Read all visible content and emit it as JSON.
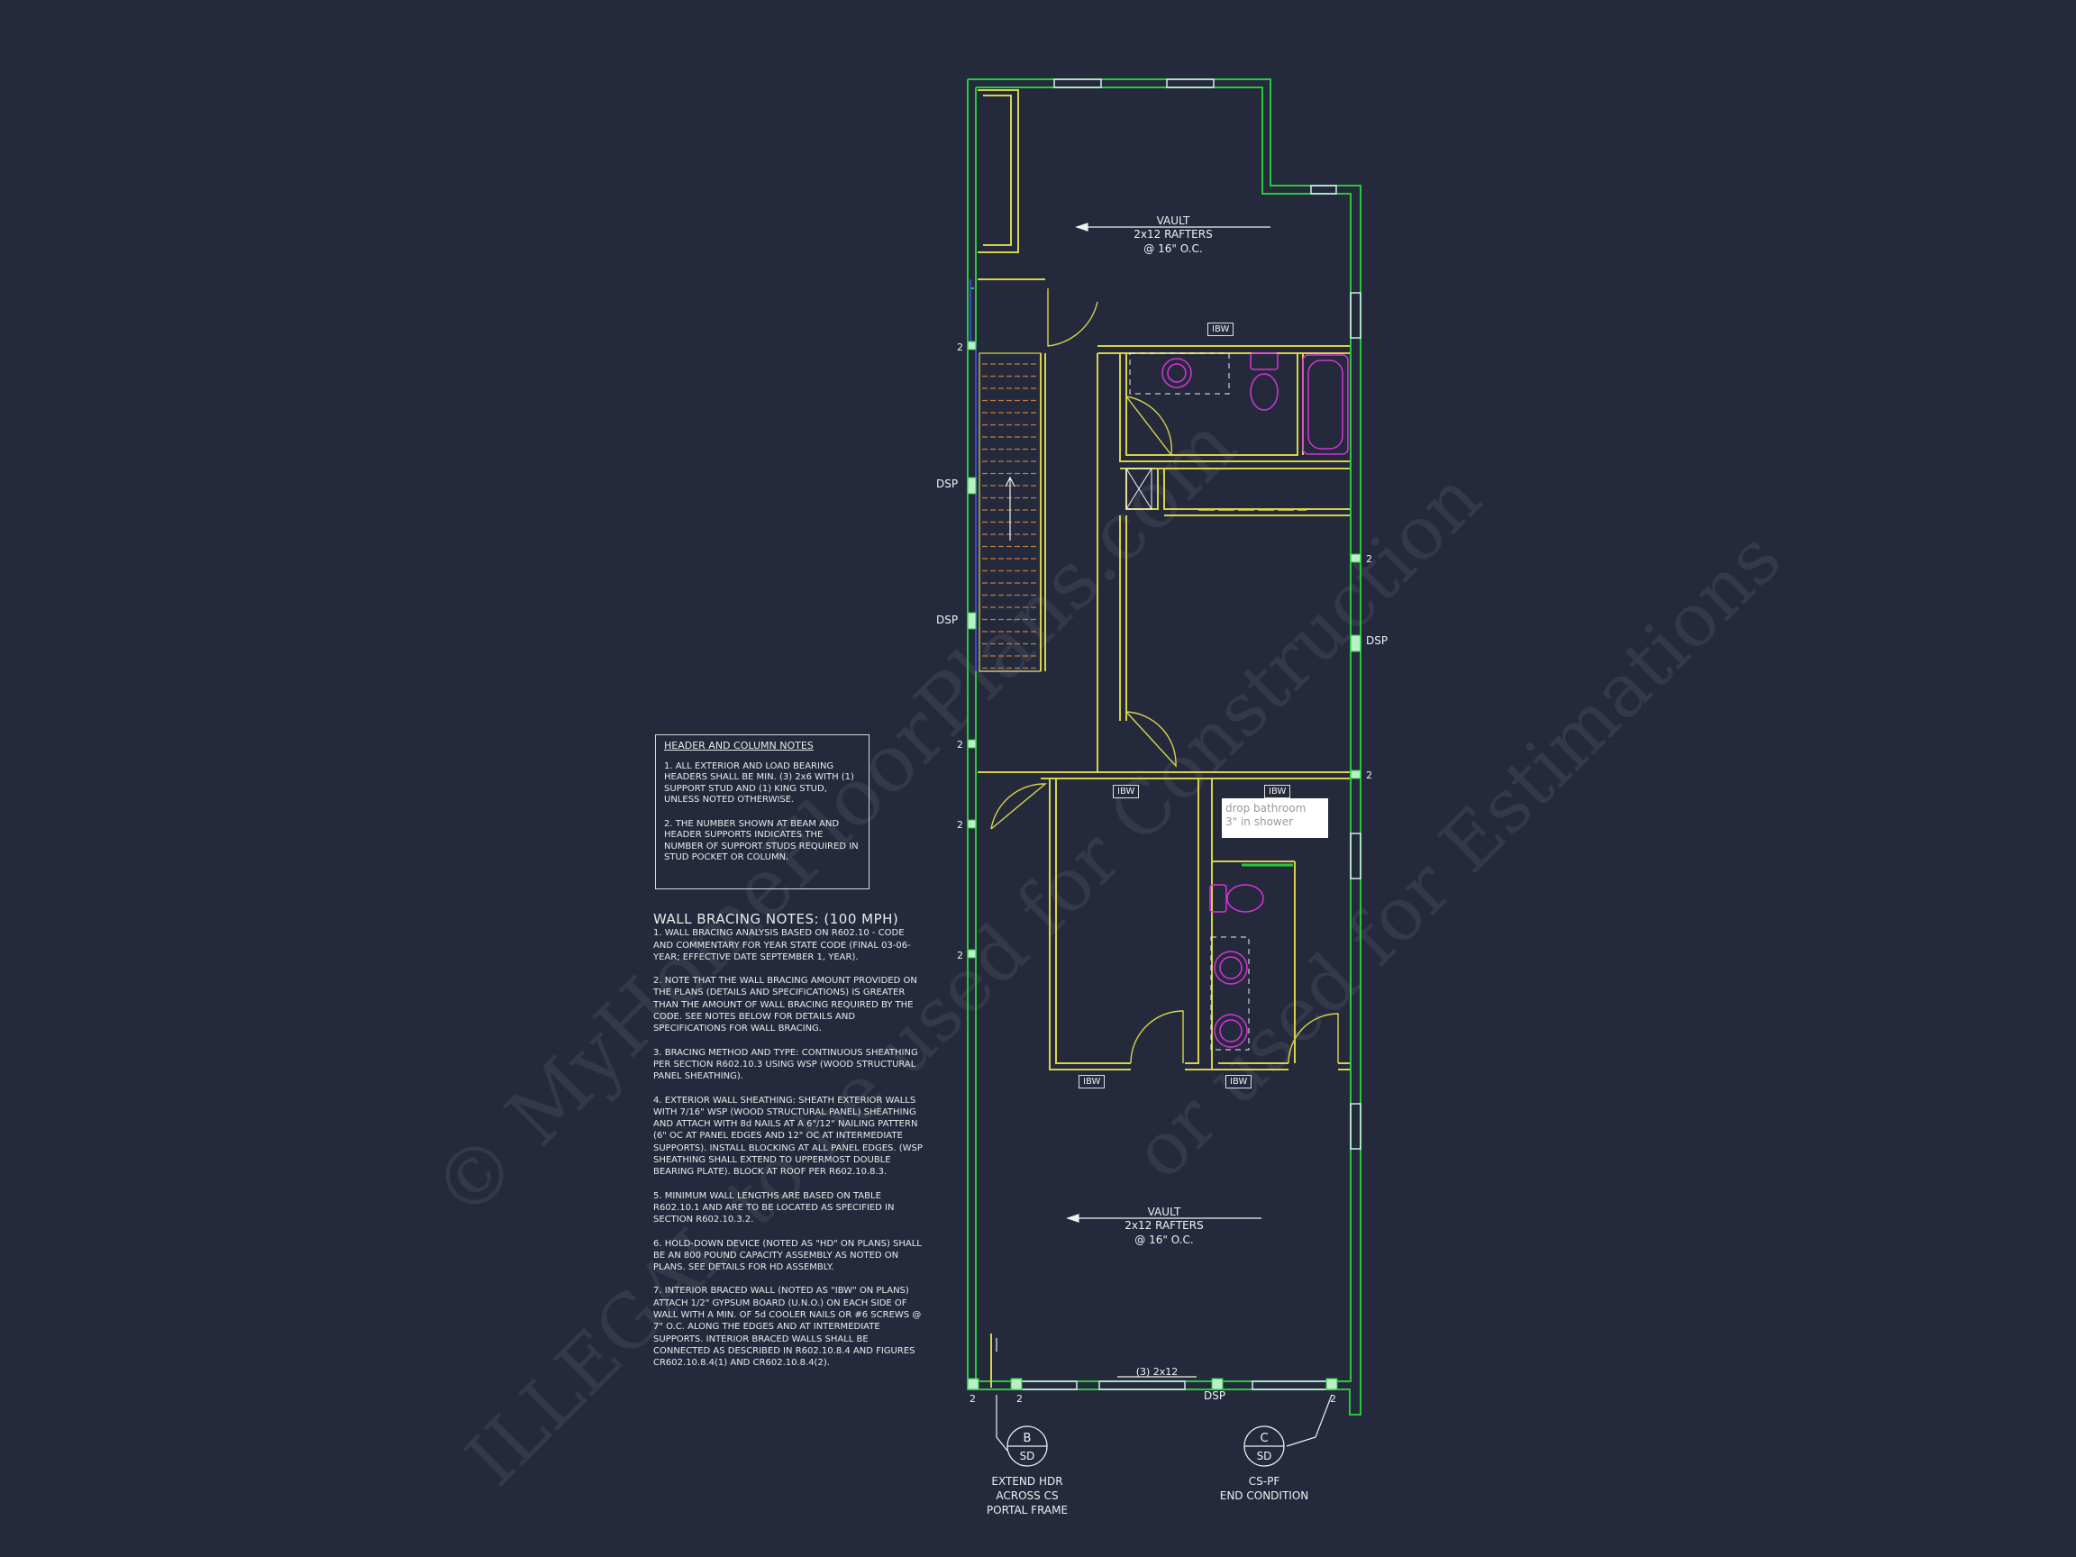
{
  "watermark": {
    "line1": "© MyHomeFloorPlans.com",
    "line2": "ILLEGAL to be used for Construction",
    "line3": "or used for Estimations"
  },
  "plan": {
    "vault_top": {
      "title": "VAULT",
      "rafters": "2x12 RAFTERS",
      "spacing": "@ 16\" O.C."
    },
    "vault_bottom": {
      "title": "VAULT",
      "rafters": "2x12 RAFTERS",
      "spacing": "@ 16\" O.C."
    },
    "ibw_label": "IBW",
    "dsp_label": "DSP",
    "stud_count": "2",
    "header_label": "(3) 2x12",
    "popup": {
      "line1": "drop bathroom",
      "line2": "3\" in shower"
    },
    "callout_b": {
      "letter": "B",
      "sheet": "SD",
      "line1": "EXTEND HDR",
      "line2": "ACROSS CS",
      "line3": "PORTAL FRAME"
    },
    "callout_c": {
      "letter": "C",
      "sheet": "SD",
      "line1": "CS-PF",
      "line2": "END CONDITION"
    }
  },
  "header_notes": {
    "title": "HEADER AND COLUMN NOTES",
    "note1": "1. ALL EXTERIOR AND LOAD BEARING HEADERS SHALL BE MIN. (3) 2x6 WITH (1) SUPPORT STUD AND (1) KING STUD, UNLESS NOTED OTHERWISE.",
    "note2": "2. THE NUMBER SHOWN AT BEAM AND HEADER SUPPORTS INDICATES THE NUMBER OF SUPPORT STUDS REQUIRED IN STUD POCKET OR COLUMN."
  },
  "bracing_notes": {
    "title": "WALL BRACING NOTES: (100 MPH)",
    "note1": "1. WALL BRACING ANALYSIS BASED ON R602.10 - CODE AND COMMENTARY FOR YEAR STATE CODE (FINAL 03-06-YEAR; EFFECTIVE DATE SEPTEMBER 1, YEAR).",
    "note2": "2. NOTE THAT THE WALL BRACING AMOUNT PROVIDED ON THE PLANS (DETAILS AND SPECIFICATIONS) IS GREATER THAN THE AMOUNT OF WALL BRACING REQUIRED BY THE CODE. SEE NOTES BELOW FOR DETAILS AND SPECIFICATIONS FOR WALL BRACING.",
    "note3": "3. BRACING METHOD AND TYPE: CONTINUOUS SHEATHING PER SECTION R602.10.3 USING WSP (WOOD STRUCTURAL PANEL SHEATHING).",
    "note4": "4. EXTERIOR WALL SHEATHING: SHEATH EXTERIOR WALLS WITH 7/16\" WSP (WOOD STRUCTURAL PANEL) SHEATHING AND ATTACH WITH 8d NAILS AT A 6\"/12\" NAILING PATTERN (6\" OC AT PANEL EDGES AND 12\" OC AT INTERMEDIATE SUPPORTS). INSTALL BLOCKING AT ALL PANEL EDGES. (WSP SHEATHING SHALL EXTEND TO UPPERMOST DOUBLE BEARING PLATE). BLOCK AT ROOF PER R602.10.8.3.",
    "note5": "5. MINIMUM WALL LENGTHS ARE BASED ON TABLE R602.10.1 AND ARE TO BE LOCATED AS SPECIFIED IN SECTION R602.10.3.2.",
    "note6": "6. HOLD-DOWN DEVICE (NOTED AS \"HD\" ON PLANS) SHALL BE AN 800 POUND CAPACITY ASSEMBLY AS NOTED ON PLANS. SEE DETAILS FOR HD ASSEMBLY.",
    "note7": "7. INTERIOR BRACED WALL (NOTED AS \"IBW\" ON PLANS) ATTACH 1/2\" GYPSUM BOARD (U.N.O.) ON EACH SIDE OF WALL WITH A MIN. OF 5d COOLER NAILS OR #6 SCREWS @ 7\" O.C. ALONG THE EDGES AND AT INTERMEDIATE SUPPORTS. INTERIOR BRACED WALLS SHALL BE CONNECTED AS DESCRIBED IN R602.10.8.4 AND FIGURES CR602.10.8.4(1) AND CR602.10.8.4(2)."
  },
  "colors": {
    "background": "#242a3c",
    "exterior_wall": "#27c93a",
    "interior_wall": "#d8d24a",
    "fixture": "#d833d8",
    "annotation": "#f0f0f0"
  }
}
